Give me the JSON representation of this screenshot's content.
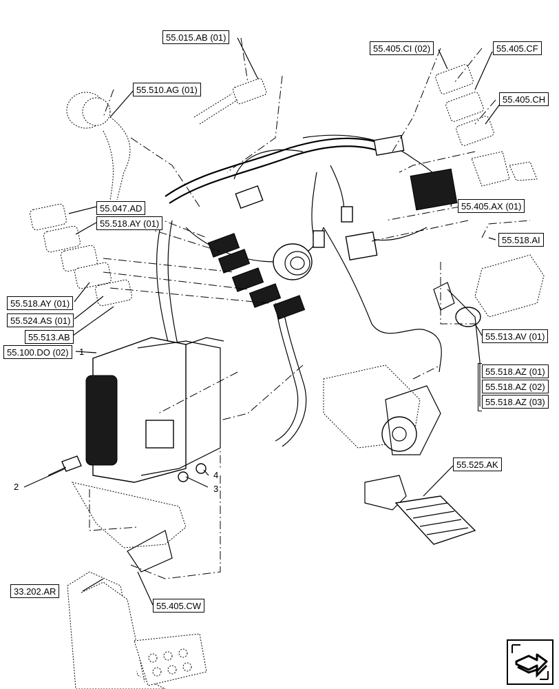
{
  "references": [
    "55.015.AB (01)",
    "55.510.AG (01)",
    "55.405.CI (02)",
    "55.405.CF",
    "55.405.CH",
    "55.405.AX (01)",
    "55.047.AD",
    "55.518.AY (01)",
    "55.518.AY (01)",
    "55.524.AS (01)",
    "55.513.AB",
    "55.100.DO (02)",
    "55.518.AI",
    "55.513.AV (01)",
    "55.518.AZ (01)",
    "55.518.AZ (02)",
    "55.518.AZ (03)",
    "55.525.AK",
    "33.202.AR",
    "55.405.CW"
  ],
  "item_numbers": [
    "1",
    "2",
    "3",
    "4"
  ],
  "icons": {
    "navigation": "next-page-arrow-icon"
  }
}
